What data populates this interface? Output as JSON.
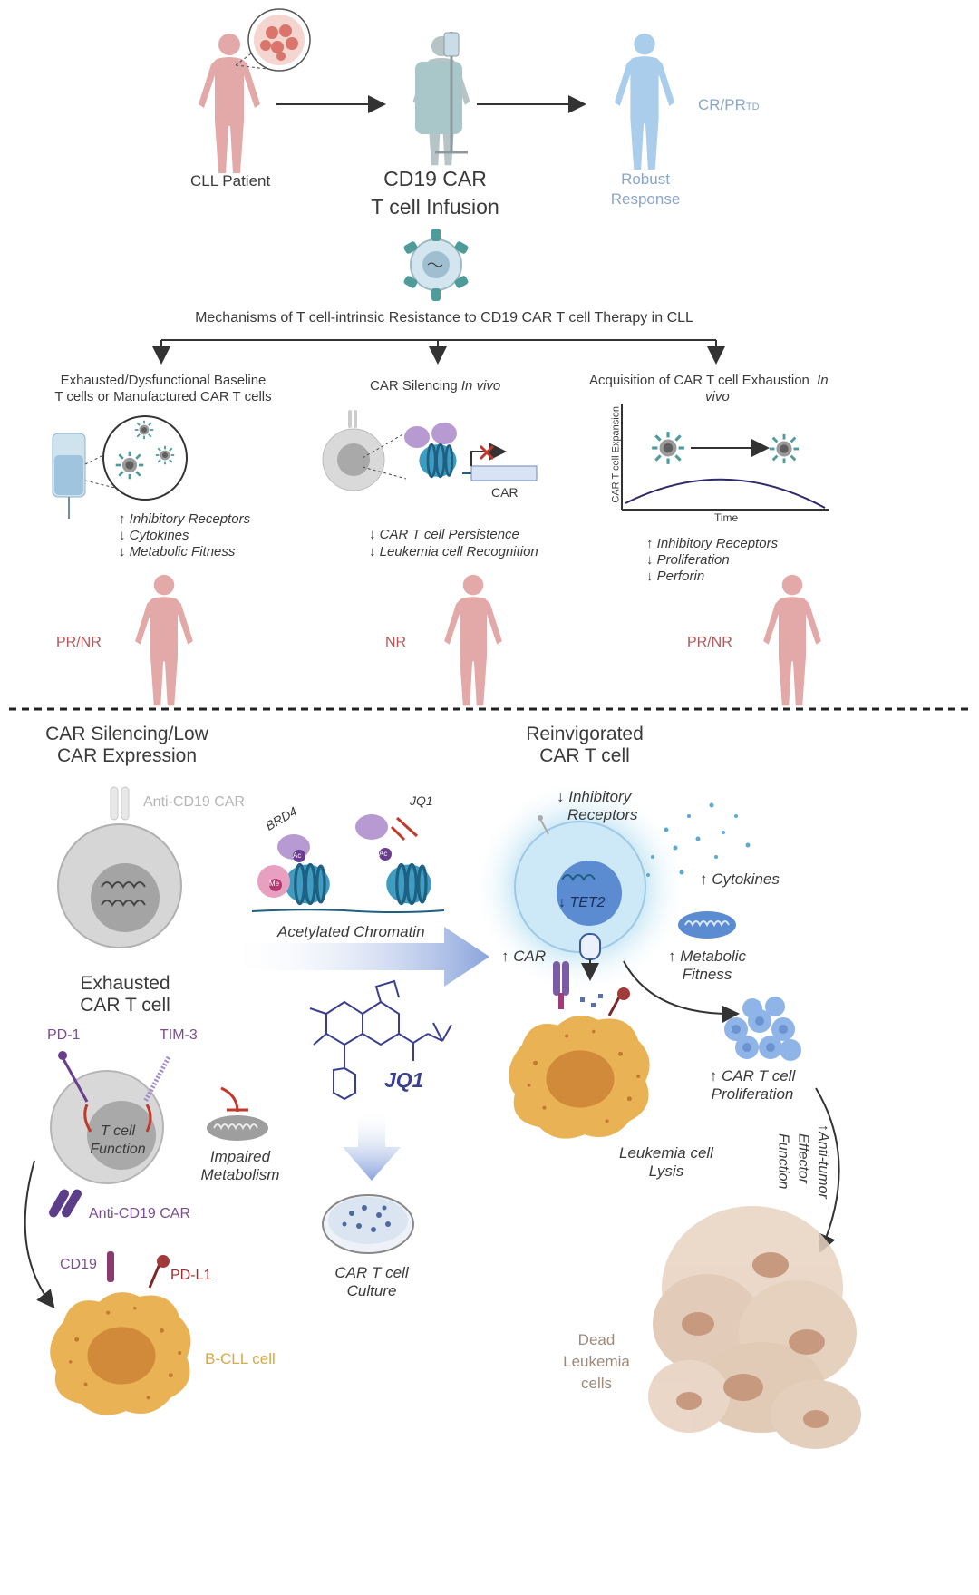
{
  "top": {
    "patient_label": "CLL Patient",
    "infusion_title_line1": "CD19 CAR",
    "infusion_title_line2": "T cell Infusion",
    "response_label_line1": "Robust",
    "response_label_line2": "Response",
    "response_code": "CR/PR",
    "response_code_sub": "TD",
    "mechanisms_heading": "Mechanisms of T cell-intrinsic Resistance to CD19 CAR T cell Therapy in CLL"
  },
  "branches": [
    {
      "title_line1": "Exhausted/Dysfunctional Baseline",
      "title_line2": "T cells or Manufactured CAR T cells",
      "effects": [
        "↑ Inhibitory Receptors",
        "↓ Cytokines",
        "↓ Metabolic Fitness"
      ],
      "outcome": "PR/NR"
    },
    {
      "title": "CAR Silencing",
      "title_italic": "In vivo",
      "gene_label": "CAR",
      "effects": [
        "↓ CAR T cell Persistence",
        "↓ Leukemia cell Recognition"
      ],
      "outcome": "NR"
    },
    {
      "title_line1": "Acquisition of CAR T cell Exhaustion",
      "title_italic_1": "In",
      "title_italic_2": "vivo",
      "plot_ylabel": "CAR T cell Expansion",
      "plot_xlabel": "Time",
      "effects": [
        "↑ Inhibitory Receptors",
        "↓ Proliferation",
        "↓ Perforin"
      ],
      "outcome": "PR/NR"
    }
  ],
  "bottom": {
    "silencing_title_line1": "CAR Silencing/Low",
    "silencing_title_line2": "CAR Expression",
    "anti_cd19_car_top": "Anti-CD19 CAR",
    "brd4": "BRD4",
    "jq1_small": "JQ1",
    "ac": "Ac",
    "me": "Me",
    "chromatin_label": "Acetylated Chromatin",
    "exhausted_title_line1": "Exhausted",
    "exhausted_title_line2": "CAR T cell",
    "pd1": "PD-1",
    "tim3": "TIM-3",
    "tcell_function_line1": "T cell",
    "tcell_function_line2": "Function",
    "impaired_line1": "Impaired",
    "impaired_line2": "Metabolism",
    "anti_cd19_car_bottom": "Anti-CD19 CAR",
    "cd19": "CD19",
    "pdl1": "PD-L1",
    "bcll": "B-CLL cell",
    "jq1_big": "JQ1",
    "culture_line1": "CAR T cell",
    "culture_line2": "Culture",
    "reinvig_line1": "Reinvigorated",
    "reinvig_line2": "CAR T cell",
    "inhib_line1": "↓ Inhibitory",
    "inhib_line2": "Receptors",
    "cytokines": "↑ Cytokines",
    "tet2": "↓ TET2",
    "car_up": "↑ CAR",
    "metabolic_line1": "↑ Metabolic",
    "metabolic_line2": "Fitness",
    "prolif_line1": "↑ CAR T cell",
    "prolif_line2": "Proliferation",
    "lysis_line1": "Leukemia cell",
    "lysis_line2": "Lysis",
    "antitumor_line1": "↑Anti-tumor",
    "antitumor_line2": "Effector",
    "antitumor_line3": "Function",
    "dead_line1": "Dead",
    "dead_line2": "Leukemia",
    "dead_line3": "cells"
  },
  "colors": {
    "pink_figure": "#e3a9a8",
    "blue_figure": "#a9cdea",
    "cell_gray": "#d8d8d8",
    "nucleosome": "#3e9cc0",
    "leukemia": "#e8b255",
    "reinvig_glow": "#bfe3f3"
  }
}
